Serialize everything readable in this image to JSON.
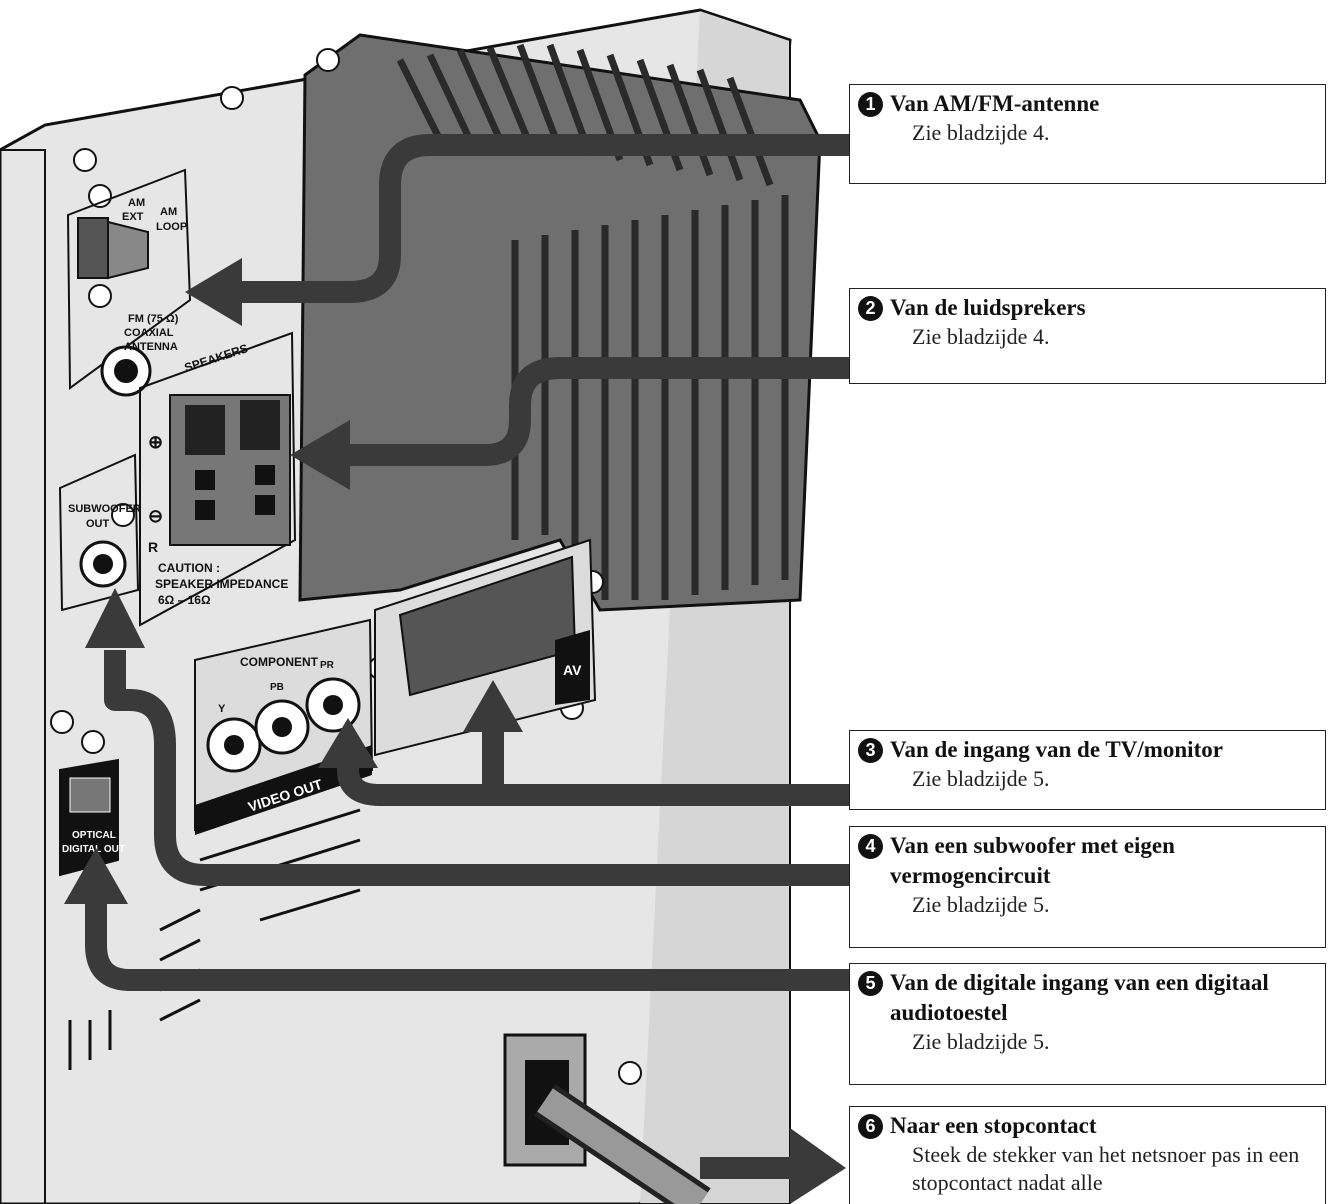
{
  "callouts": [
    {
      "num": "1",
      "title": "Van AM/FM-antenne",
      "sub": "Zie bladzijde 4."
    },
    {
      "num": "2",
      "title": "Van de luidsprekers",
      "sub": "Zie bladzijde 4."
    },
    {
      "num": "3",
      "title": "Van de ingang van de TV/monitor",
      "sub": "Zie bladzijde 5."
    },
    {
      "num": "4",
      "title": "Van een subwoofer met eigen vermogencircuit",
      "sub": "Zie bladzijde 5."
    },
    {
      "num": "5",
      "title": "Van de digitale ingang van een digitaal audiotoestel",
      "sub": "Zie bladzijde 5."
    },
    {
      "num": "6",
      "title": "Naar een stopcontact",
      "sub": "Steek de stekker van het netsnoer pas in een stopcontact nadat alle"
    }
  ],
  "panel_labels": {
    "am": "AM",
    "ext": "EXT",
    "am_loop_1": "AM",
    "am_loop_2": "LOOP",
    "fm_1": "FM (75 Ω)",
    "fm_2": "COAXIAL",
    "fm_3": "ANTENNA",
    "speakers": "SPEAKERS",
    "plus": "⊕",
    "minus": "⊖",
    "r": "R",
    "caution_1": "CAUTION :",
    "caution_2": "SPEAKER IMPEDANCE",
    "caution_3": "6Ω – 16Ω",
    "subwoofer_1": "SUBWOOFER",
    "subwoofer_2": "OUT",
    "component": "COMPONENT",
    "y": "Y",
    "pb": "PB",
    "pr": "PR",
    "video_out": "VIDEO OUT",
    "av": "AV",
    "optical_1": "OPTICAL",
    "optical_2": "DIGITAL OUT"
  },
  "colors": {
    "panel": "#e4e4e4",
    "chassis": "#6e6e6e",
    "arrow": "#3a3a3a",
    "outline": "#111111"
  }
}
